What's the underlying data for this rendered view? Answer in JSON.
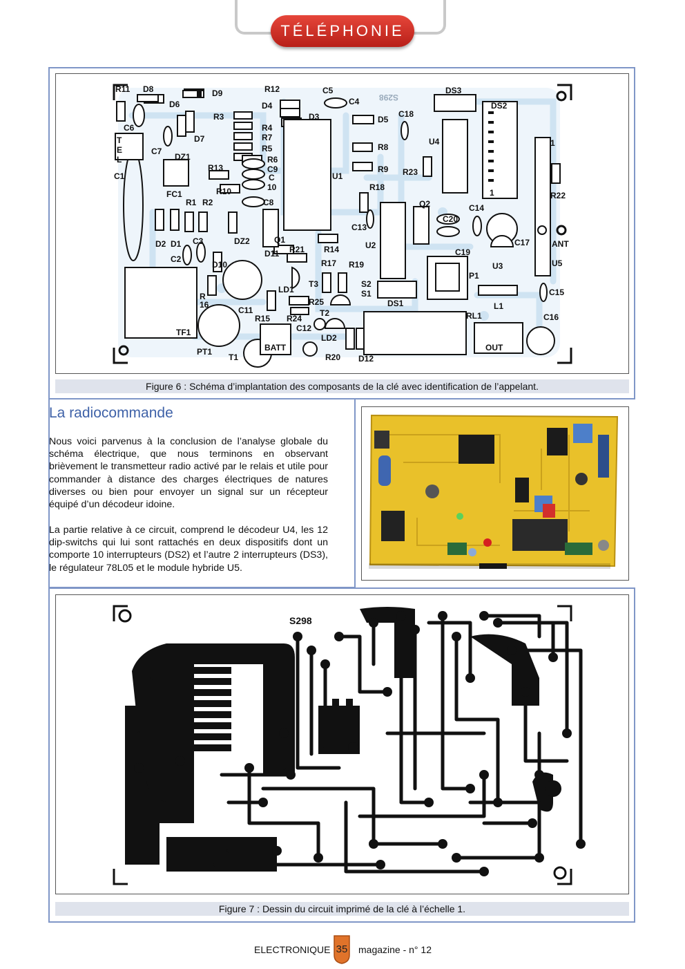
{
  "header": {
    "section": "TÉLÉPHONIE"
  },
  "figure6": {
    "caption": "Figure 6 : Schéma d’implantation des composants de la clé avec identification de l’appelant.",
    "labels": [
      "R11",
      "D8",
      "D9",
      "R12",
      "C5",
      "C4",
      "DS3",
      "D6",
      "D4",
      "D3",
      "D5",
      "C18",
      "DS2",
      "C6",
      "R3",
      "R4",
      "R7",
      "R5",
      "R6",
      "C9",
      "C",
      "10",
      "C8",
      "D7",
      "C7",
      "DZ1",
      "R8",
      "R9",
      "U4",
      "R23",
      "R22",
      "T",
      "E",
      "L",
      "C1",
      "FC1",
      "R13",
      "R10",
      "U1",
      "R18",
      "1",
      "R1",
      "R2",
      "Q1",
      "C13",
      "Q2",
      "C14",
      "C20",
      "C17",
      "ANT",
      "D2",
      "D1",
      "C3",
      "DZ2",
      "D11",
      "R21",
      "R14",
      "U2",
      "C19",
      "C2",
      "D10",
      "R17",
      "R19",
      "U3",
      "U5",
      "R",
      "16",
      "LD1",
      "T3",
      "P1",
      "C15",
      "R25",
      "S2",
      "S1",
      "DS1",
      "L1",
      "C11",
      "R15",
      "R24",
      "T2",
      "RL1",
      "C16",
      "TF1",
      "PT1",
      "T1",
      "BATT",
      "C12",
      "LD2",
      "R20",
      "D12",
      "OUT"
    ],
    "pcb_mark": "S298"
  },
  "article": {
    "title": "La radiocommande",
    "p1": "Nous voici parvenus à la conclusion de l’analyse globale du schéma électrique, que nous terminons en observant brièvement le transmetteur radio activé par le relais et utile pour commander à distance des charges électriques de natures diverses ou bien pour envoyer un signal sur un récepteur équipé d’un décodeur idoine.",
    "p2": "La partie relative à ce circuit, comprend le décodeur U4, les 12 dip-switchs qui lui sont rattachés en deux dispositifs dont un comporte 10 interrupteurs (DS2) et l’autre 2 interrupteurs (DS3), le régulateur 78L05 et le module hybride U5."
  },
  "photo": {
    "chip_text": ""
  },
  "figure7": {
    "caption": "Figure 7 : Dessin du circuit imprimé de la clé à l’échelle 1.",
    "pcb_mark": "S298"
  },
  "footer": {
    "left": "ELECTRONIQUE",
    "page": "35",
    "right": "magazine - n° 12"
  }
}
